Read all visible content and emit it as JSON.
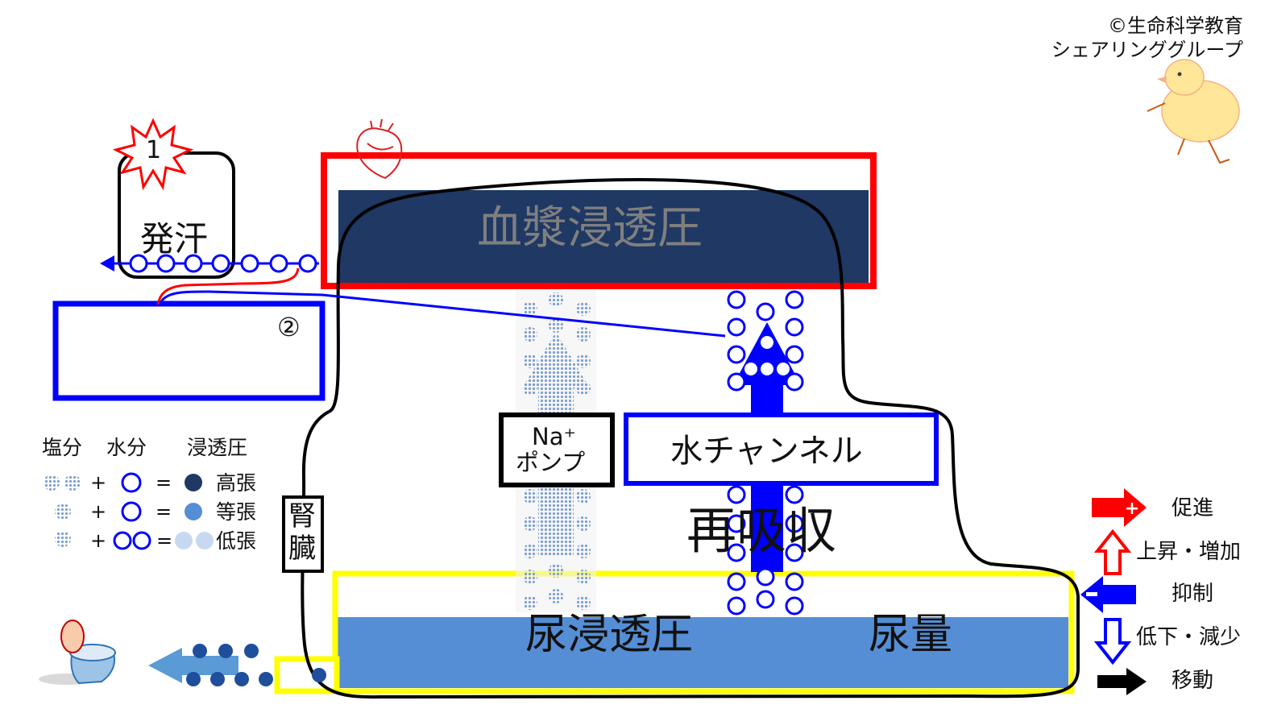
{
  "credit": {
    "line1": "©生命科学教育",
    "line2": "シェアリンググループ"
  },
  "labels": {
    "step1": "1",
    "step2": "②",
    "sweating": "発汗",
    "plasma_osmotic_pressure": "血漿浸透圧",
    "na_line1": "Na⁺",
    "na_line2": "ポンプ",
    "water_channel": "水チャンネル",
    "reabsorption": "再吸収",
    "kidney_1": "腎",
    "kidney_2": "臓",
    "urine_osmotic_pressure": "尿浸透圧",
    "urine_volume": "尿量"
  },
  "legend": {
    "headers": [
      "塩分",
      "水分",
      "浸透圧"
    ],
    "plus": "+",
    "equals": "=",
    "rows": [
      "高張",
      "等張",
      "低張"
    ]
  },
  "arrow_legend": [
    "促進",
    "上昇・増加",
    "抑制",
    "低下・減少",
    "移動"
  ],
  "colors": {
    "red": "#ff0000",
    "blue": "#0000ff",
    "dark_navy": "#1f3864",
    "mid_blue": "#558ed5",
    "light_blue": "#c6d9f1",
    "yellow": "#ffff00",
    "dot_fill": "#8eaadb"
  }
}
